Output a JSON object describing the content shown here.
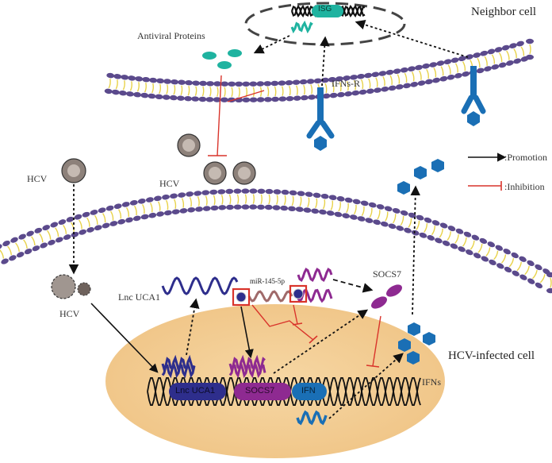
{
  "labels": {
    "neighbor_cell": "Neighbor cell",
    "isg": "ISG",
    "antiviral_proteins": "Antiviral Proteins",
    "ifns_r": "IFNs-R",
    "hcv_top_left": "HCV",
    "hcv_top_right": "HCV",
    "hcv_inside": "HCV",
    "lnc_uca1_rna": "Lnc UCA1",
    "mir_145_5p": "miR-145-5p",
    "socs7_protein": "SOCS7",
    "gene_lnc_uca1": "Lnc UCA1",
    "gene_socs7": "SOCS7",
    "gene_ifn": "IFN",
    "ifns": "IFNs",
    "hcv_infected_cell": "HCV-infected cell"
  },
  "legend": {
    "promotion": ":Promotion",
    "inhibition": ":Inhibition"
  },
  "colors": {
    "membrane_head": "#5b4a8c",
    "membrane_tail": "#e8d24a",
    "nucleus_fill": "#f6d7a4",
    "lnc_uca1": "#2e2e8c",
    "socs7": "#8e2a91",
    "ifn": "#1a6fb5",
    "teal": "#1fb3a0",
    "inhibit": "#d9342b",
    "mirna": "#a06a6a"
  }
}
